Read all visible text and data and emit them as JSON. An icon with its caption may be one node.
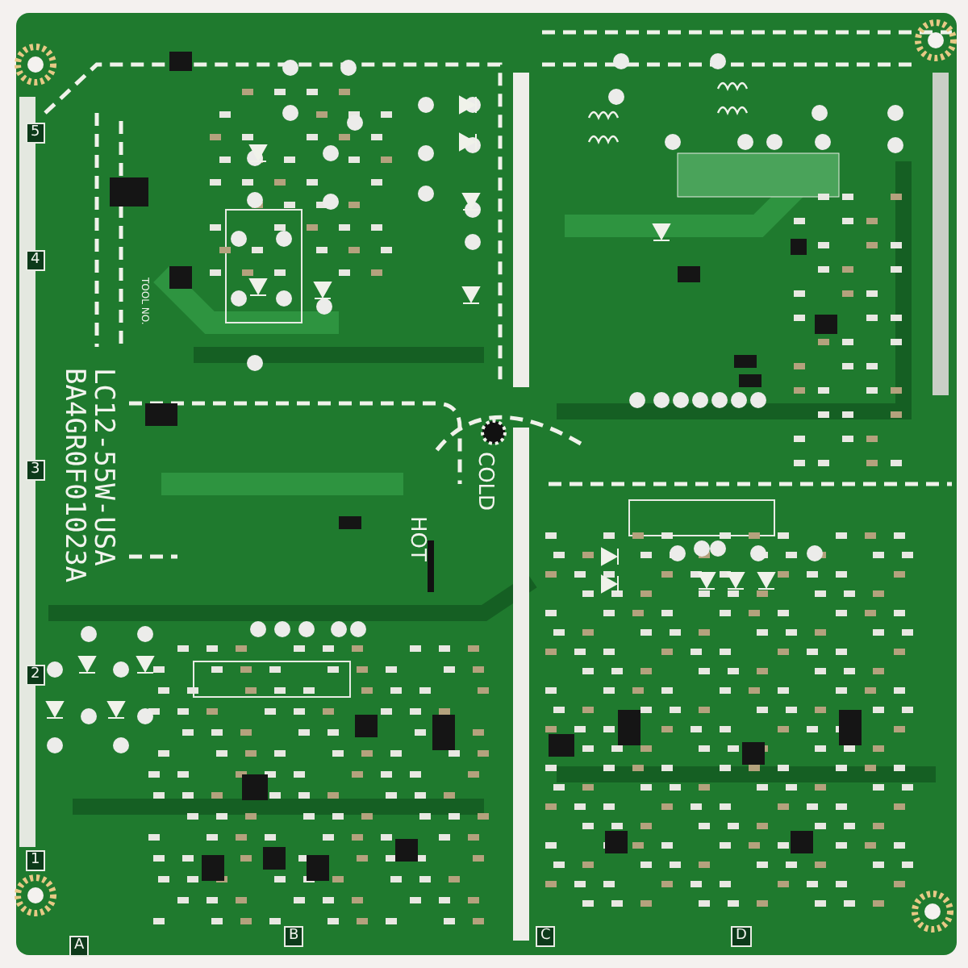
{
  "diagram": {
    "labels": [
      "5",
      "4",
      "3",
      "2",
      "1",
      "TOOL NO.",
      "LC12-55W-USA",
      "BA4GR0F01023A",
      "COLD",
      "HOT",
      "A",
      "B",
      "C",
      "D"
    ]
  }
}
